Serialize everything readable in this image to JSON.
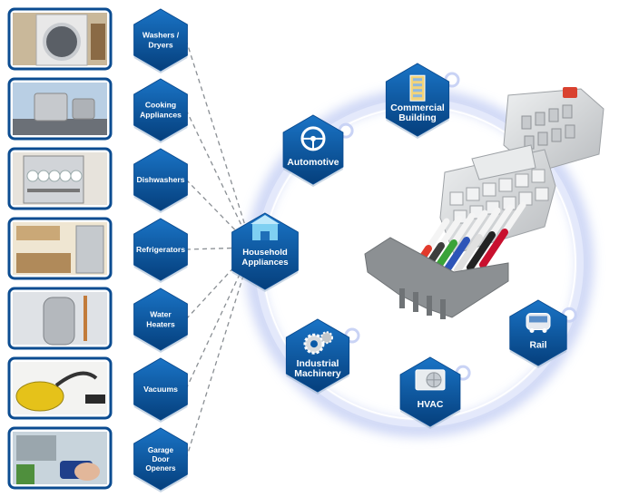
{
  "colors": {
    "hex_fill": "#0a5aa8",
    "hex_fill_dark": "#053f7c",
    "ring_glow": "#c4cff4",
    "connector_gray": "#d6d8da",
    "wire_colors": [
      "#e23a2c",
      "#3d3d3d",
      "#3aa339",
      "#2d54b8",
      "#e0e0e0",
      "#222222",
      "#c8102e"
    ]
  },
  "appliances": [
    {
      "label": "Washers / Dryers",
      "lines": [
        "Washers /",
        "Dryers"
      ],
      "photo": "washer-dryer-photo"
    },
    {
      "label": "Cooking Appliances",
      "lines": [
        "Cooking",
        "Appliances"
      ],
      "photo": "stove-pot-photo"
    },
    {
      "label": "Dishwashers",
      "lines": [
        "Dishwashers"
      ],
      "photo": "dishwasher-photo"
    },
    {
      "label": "Refrigerators",
      "lines": [
        "Refrigerators"
      ],
      "photo": "kitchen-fridge-photo"
    },
    {
      "label": "Water Heaters",
      "lines": [
        "Water",
        "Heaters"
      ],
      "photo": "water-heater-photo"
    },
    {
      "label": "Vacuums",
      "lines": [
        "Vacuums"
      ],
      "photo": "vacuum-photo"
    },
    {
      "label": "Garage Door Openers",
      "lines": [
        "Garage",
        "Door",
        "Openers"
      ],
      "photo": "garage-door-photo"
    }
  ],
  "hub": {
    "label": "Household Appliances",
    "lines": [
      "Household",
      "Appliances"
    ],
    "icon": "house-icon"
  },
  "markets": [
    {
      "id": "automotive",
      "label": "Automotive",
      "lines": [
        "Automotive"
      ],
      "icon": "steering-wheel-icon"
    },
    {
      "id": "commercial-building",
      "label": "Commercial Building",
      "lines": [
        "Commercial",
        "Building"
      ],
      "icon": "building-icon"
    },
    {
      "id": "rail",
      "label": "Rail",
      "lines": [
        "Rail"
      ],
      "icon": "train-icon"
    },
    {
      "id": "hvac",
      "label": "HVAC",
      "lines": [
        "HVAC"
      ],
      "icon": "ac-unit-icon"
    },
    {
      "id": "industrial-machinery",
      "label": "Industrial Machinery",
      "lines": [
        "Industrial",
        "Machinery"
      ],
      "icon": "gears-icon"
    }
  ]
}
